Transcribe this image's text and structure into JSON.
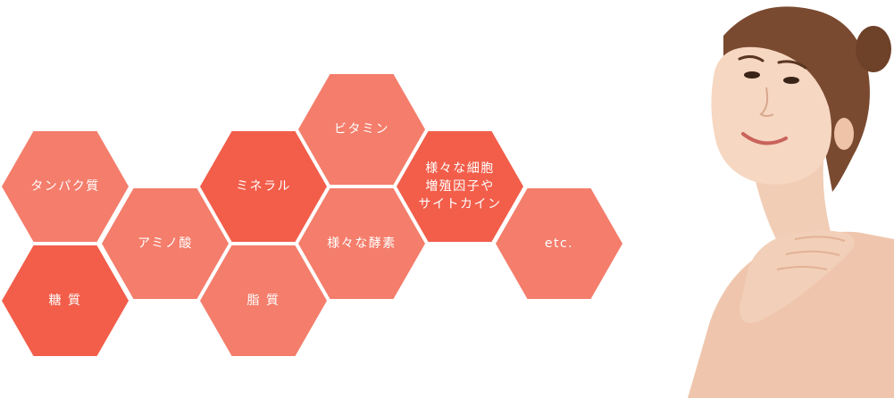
{
  "colors": {
    "hex_light": "#f47d6b",
    "hex_dark": "#f25e4a",
    "text": "#ffffff",
    "background": "#ffffff"
  },
  "hexagons": [
    {
      "label": "タンパク質"
    },
    {
      "label": "糖 質"
    },
    {
      "label": "アミノ酸"
    },
    {
      "label": "ミネラル"
    },
    {
      "label": "脂 質"
    },
    {
      "label": "ビタミン"
    },
    {
      "label": "様々な酵素"
    },
    {
      "label": "様々な細胞\n増殖因子や\nサイトカイン"
    },
    {
      "label": "etc."
    }
  ],
  "image": {
    "subject": "smiling woman with bare shoulder looking upward"
  }
}
